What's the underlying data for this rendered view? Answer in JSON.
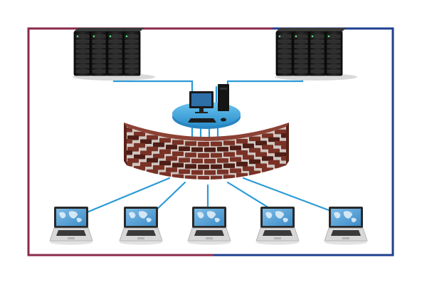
{
  "diagram": {
    "frame": {
      "left_color": "#8b2a4c",
      "right_color": "#1f3f8f"
    },
    "colors": {
      "link": "#2c9bd6",
      "server_body": "#1c1c1c",
      "server_panel": "#2e2e2e",
      "platform": "#3aa3dc",
      "brick": "#7a3226",
      "brick_dark": "#4e1e16",
      "mortar": "#cfc6c0",
      "laptop_screen": "#5aa4d8",
      "laptop_body": "#d8d8d8",
      "monitor": "#1a1a1a"
    },
    "nodes": {
      "servers": [
        {
          "name": "server-rack-left",
          "icon": "server-rack-icon"
        },
        {
          "name": "server-rack-right",
          "icon": "server-rack-icon"
        }
      ],
      "workstation": {
        "name": "admin-workstation",
        "icon": "desktop-computer-icon"
      },
      "firewall": {
        "name": "firewall",
        "icon": "brick-wall-icon"
      },
      "clients": [
        {
          "name": "client-laptop-1",
          "icon": "laptop-icon"
        },
        {
          "name": "client-laptop-2",
          "icon": "laptop-icon"
        },
        {
          "name": "client-laptop-3",
          "icon": "laptop-icon"
        },
        {
          "name": "client-laptop-4",
          "icon": "laptop-icon"
        },
        {
          "name": "client-laptop-5",
          "icon": "laptop-icon"
        }
      ]
    }
  }
}
